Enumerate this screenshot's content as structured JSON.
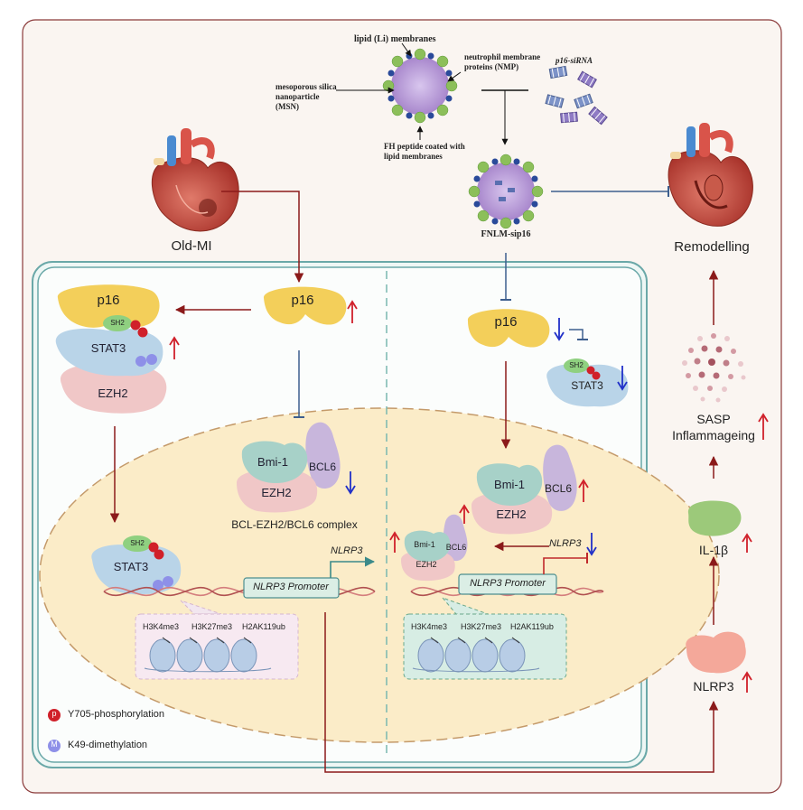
{
  "top": {
    "lipid_membranes": "lipid (Li) membranes",
    "neutrophil_membrane": "neutrophil membrane proteins (NMP)",
    "msn": "mesoporous silica nanoparticle (MSN)",
    "fh_peptide": "FH peptide coated with lipid membranes",
    "sirna": "p16-siRNA",
    "fnlm": "FNLM-sip16"
  },
  "outcome": {
    "old_mi": "Old-MI",
    "remodelling": "Remodelling",
    "sasp": "SASP Inflammageing",
    "il1b": "IL-1β",
    "nlrp3": "NLRP3"
  },
  "left_panel": {
    "p16_center": "p16",
    "p16_complex": "p16",
    "sh2": "SH2",
    "stat3": "STAT3",
    "ezh2": "EZH2",
    "bmi1": "Bmi-1",
    "bcl6": "BCL6",
    "ezh2_b": "EZH2",
    "complex_label": "BCL-EZH2/BCL6 complex",
    "stat3_nuc": "STAT3",
    "sh2_nuc": "SH2",
    "nlrp3_gene": "NLRP3",
    "promoter": "NLRP3 Promoter",
    "h3k4": "H3K4me3",
    "h3k27": "H3K27me3",
    "h2ak": "H2AK119ub"
  },
  "right_panel": {
    "p16": "p16",
    "sh2": "SH2",
    "stat3": "STAT3",
    "bmi1": "Bmi-1",
    "bcl6": "BCL6",
    "ezh2": "EZH2",
    "bmi1_s": "Bmi-1",
    "bcl6_s": "BCL6",
    "ezh2_s": "EZH2",
    "nlrp3_gene": "NLRP3",
    "promoter": "NLRP3 Promoter",
    "h3k4": "H3K4me3",
    "h3k27": "H3K27me3",
    "h2ak": "H2AK119ub"
  },
  "legend": {
    "p_symbol": "p",
    "p_label": "Y705-phosphorylation",
    "m_symbol": "M",
    "m_label": "K49-dimethylation"
  },
  "colors": {
    "up": "#d0202a",
    "down": "#2030c8",
    "dark_red": "#8b1a1a",
    "blue_line": "#3d5e8e",
    "teal": "#4d8f8f",
    "p16": "#f3cf5a",
    "stat3": "#b9d4e8",
    "ezh2": "#f0c7c7",
    "bmi1": "#a7d1c8",
    "bcl6": "#c8b6dc",
    "sh2": "#8fd080",
    "il1b": "#9cc97a",
    "nlrp3_blob": "#f4a89a"
  }
}
